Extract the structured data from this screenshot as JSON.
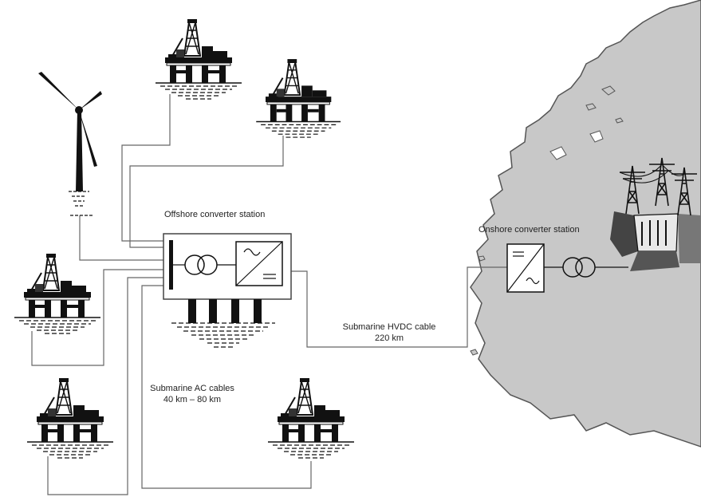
{
  "labels": {
    "offshore_station": "Offshore converter station",
    "onshore_station": "Onshore converter station",
    "hvdc_cable": "Submarine HVDC cable",
    "hvdc_length": "220 km",
    "ac_cables": "Submarine AC cables",
    "ac_length": "40 km – 80 km"
  },
  "colors": {
    "land": "#c8c8c8",
    "land_outline": "#555555",
    "line": "#666666",
    "ink": "#111111",
    "background": "#ffffff"
  },
  "icons": {
    "platform": "oil-platform-icon",
    "turbine": "wind-turbine-icon",
    "transformer": "transformer-icon",
    "converter": "ac-dc-converter-icon",
    "pylon": "transmission-pylon-icon",
    "dam": "hydro-dam-icon"
  }
}
